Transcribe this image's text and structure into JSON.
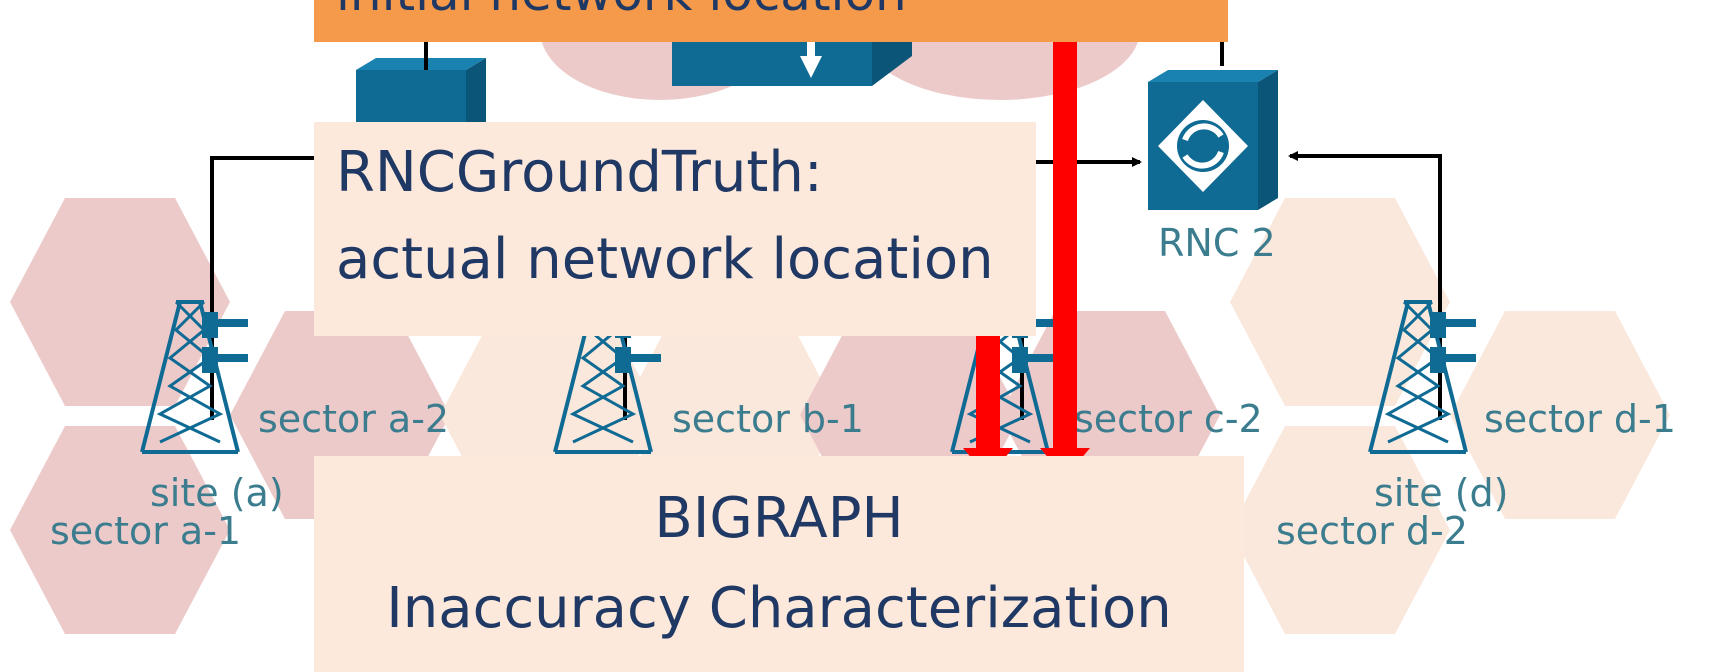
{
  "colors": {
    "accent_orange": "#f59a4a",
    "callout_bg": "#fce9dc",
    "hex_cell": "#edcaca",
    "hex_cell_light": "#fbe8dc",
    "cisco_blue": "#0f6a94",
    "label_teal": "#3b7d8e",
    "arrow_red": "#ff0000",
    "text_navy": "#1f3864"
  },
  "callouts": {
    "initial": "initial network location",
    "truth_line1": "RNCGroundTruth:",
    "truth_line2": "actual network location",
    "bigraph_line1": "BIGRAPH",
    "bigraph_line2": "Inaccuracy Characterization"
  },
  "rnc": {
    "label": "RNC 2"
  },
  "sites": {
    "a": {
      "site": "site (a)",
      "sector1": "sector a-1",
      "sector2": "sector a-2"
    },
    "b": {
      "sector1": "sector b-1"
    },
    "c": {
      "sector2": "sector c-2"
    },
    "d": {
      "site": "site (d)",
      "sector1": "sector d-1",
      "sector2": "sector d-2"
    }
  }
}
